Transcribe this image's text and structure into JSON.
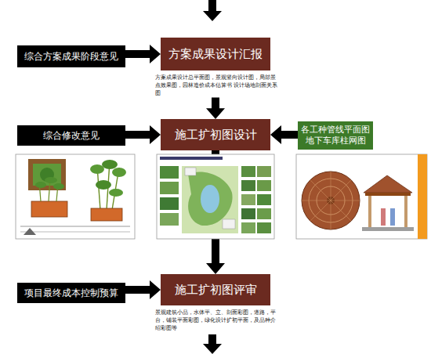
{
  "diagram": {
    "nodes": [
      {
        "text": [
          "综合方案成果阶段意见"
        ]
      },
      {
        "text": [
          "方案成果设计汇报",
          "方案成果设计总平面图，景观竖向设计图，局部景点效果图，园林造价成本估算书 设计场地剖面关系图"
        ]
      },
      {
        "text": [
          "综合修改意见"
        ]
      },
      {
        "text": [
          "施工扩初图设计"
        ]
      },
      {
        "text": [
          "各工种管线平面图 地下车库柱网图"
        ]
      },
      {
        "text": [
          "项目最终成本控制预算"
        ]
      },
      {
        "text": [
          "施工扩初图评审",
          "景观建筑小品，水体平、立、剖面彩图，道路，平台，铺装平面彩图，绿化设计扩初平面，及品种介绍彩图等"
        ]
      }
    ],
    "edges": [
      {
        "from": 0,
        "to": 1,
        "arrow": "to"
      },
      {
        "from": 1,
        "to": 3,
        "arrow": "to"
      },
      {
        "from": 2,
        "to": 3,
        "arrow": "to"
      },
      {
        "from": 4,
        "to": 3,
        "arrow": "to"
      },
      {
        "from": 3,
        "to": 6,
        "arrow": "to"
      },
      {
        "from": 5,
        "to": 6,
        "arrow": "to"
      }
    ]
  }
}
